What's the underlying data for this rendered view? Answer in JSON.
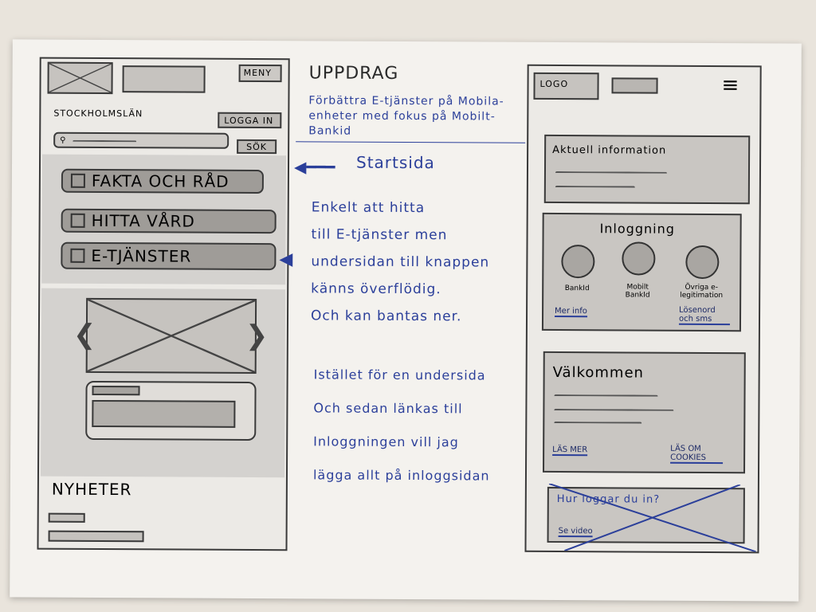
{
  "left_mockup": {
    "menu_button": "MENY",
    "region_label": "STOCKHOLMSLÄN",
    "login_button": "LOGGA IN",
    "search_button": "SÖK",
    "nav_buttons": [
      "FAKTA OCH RÅD",
      "HITTA VÅRD",
      "E-TJÄNSTER"
    ],
    "news_heading": "NYHETER"
  },
  "notes": {
    "heading": "UPPDRAG",
    "subtitle": "Förbättra E-tjänster på Mobila-enheter med fokus på Mobilt-Bankid",
    "startsida": "Startsida",
    "body_lines": [
      "Enkelt att hitta",
      "till E-tjänster men",
      "undersidan till knappen",
      "känns överflödig.",
      "Och kan bantas ner."
    ],
    "body2_lines": [
      "Istället för en undersida",
      "Och sedan länkas till",
      "Inloggningen vill jag",
      "lägga allt på inloggsidan"
    ]
  },
  "right_mockup": {
    "logo": "LOGO",
    "info_heading": "Aktuell information",
    "login_heading": "Inloggning",
    "login_options": [
      "BankId",
      "Mobilt BankId",
      "Övriga e-legitimation"
    ],
    "more_info": "Mer info",
    "password_link": "Lösenord och sms",
    "welcome_heading": "Välkommen",
    "read_more": "LÄS MER",
    "cookies_link": "LÄS OM COOKIES",
    "how_heading": "Hur loggar du in?",
    "video_link": "Se video"
  }
}
